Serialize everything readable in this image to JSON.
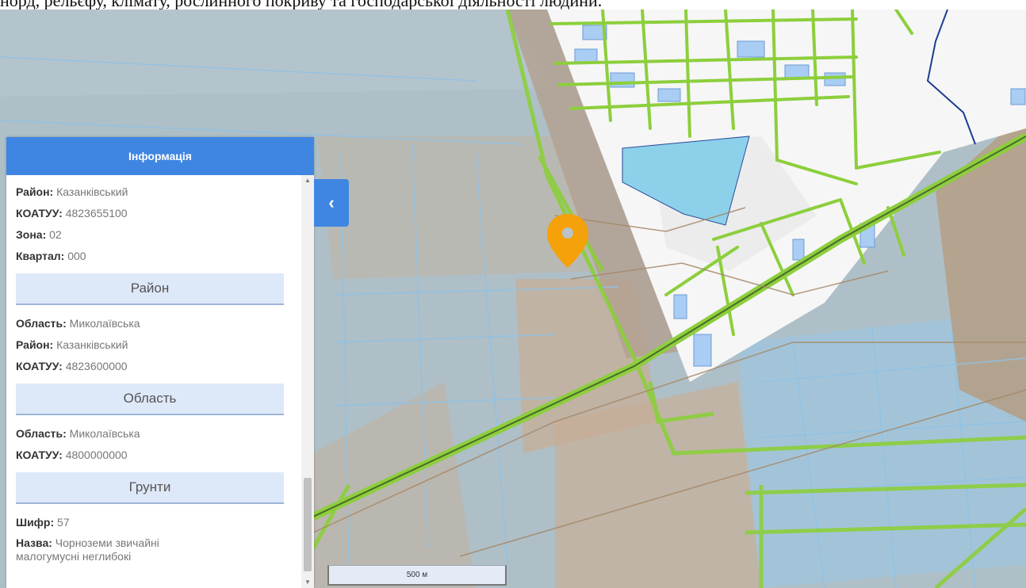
{
  "top_fragment": "норд, рельєфу, клімату, рослинного покриву та господарської діяльності людини.",
  "panel": {
    "header": "Інформація",
    "block1": [
      {
        "key": "Район:",
        "value": "Казанківський"
      },
      {
        "key": "КОАТУУ:",
        "value": "4823655100"
      },
      {
        "key": "Зона:",
        "value": "02"
      },
      {
        "key": "Квартал:",
        "value": "000"
      }
    ],
    "section_rayon": "Район",
    "block2": [
      {
        "key": "Область:",
        "value": "Миколаївська"
      },
      {
        "key": "Район:",
        "value": "Казанківський"
      },
      {
        "key": "КОАТУУ:",
        "value": "4823600000"
      }
    ],
    "section_oblast": "Область",
    "block3": [
      {
        "key": "Область:",
        "value": "Миколаївська"
      },
      {
        "key": "КОАТУУ:",
        "value": "4800000000"
      }
    ],
    "section_grunty": "Грунти",
    "block4": [
      {
        "key": "Шифр:",
        "value": "57"
      },
      {
        "key": "Назва:",
        "value": "Чорноземи звичайні малогумусні неглибокі"
      }
    ]
  },
  "collapse_icon": "chevron-left-icon",
  "map": {
    "marker_icon": "map-pin-icon",
    "marker_color": "#f5a10a",
    "road_color": "#8ccf3c",
    "scale_label": "500 м"
  },
  "colors": {
    "accent": "#3f86e2",
    "section_bg": "#dde8f9"
  }
}
